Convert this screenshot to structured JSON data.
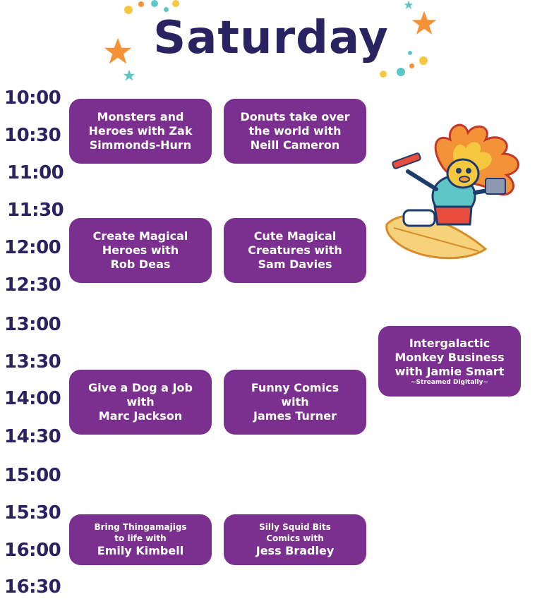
{
  "title": "Saturday",
  "times": [
    "10:00",
    "10:30",
    "11:00",
    "11:30",
    "12:00",
    "12:30",
    "13:00",
    "13:30",
    "14:00",
    "14:30",
    "15:00",
    "15:30",
    "16:00",
    "16:30"
  ],
  "sessions": [
    {
      "lines": [
        "Monsters and",
        "Heroes with Zak",
        "Simmonds-Hurn"
      ]
    },
    {
      "lines": [
        "Donuts take over",
        "the world with",
        "Neill Cameron"
      ]
    },
    {
      "lines": [
        "Create Magical",
        "Heroes with",
        "Rob Deas"
      ]
    },
    {
      "lines": [
        "Cute Magical",
        "Creatures with",
        "Sam Davies"
      ]
    },
    {
      "lines": [
        "Intergalactic",
        "Monkey Business",
        "with Jamie Smart",
        "~Streamed Digitally~"
      ]
    },
    {
      "lines": [
        "Give a Dog a Job",
        "with",
        "Marc Jackson"
      ]
    },
    {
      "lines": [
        "Funny Comics",
        "with",
        "James Turner"
      ]
    },
    {
      "lines": [
        "Bring Thingamajigs",
        "to life with",
        "Emily Kimbell"
      ]
    },
    {
      "lines": [
        "Silly Squid Bits",
        "Comics with",
        "Jess Bradley"
      ]
    }
  ],
  "colors": {
    "card": "#7b2f8e",
    "text": "#2a2361",
    "accent_orange": "#f39237",
    "accent_teal": "#5cc7c4",
    "accent_yellow": "#f6c83f"
  },
  "icons": [
    "star-icon",
    "mascot-illustration"
  ]
}
